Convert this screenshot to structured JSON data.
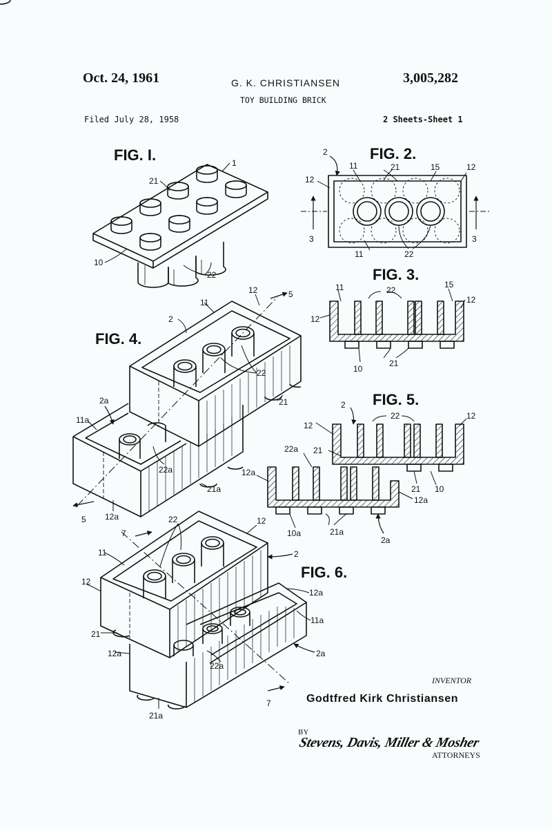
{
  "header": {
    "date": "Oct. 24, 1961",
    "inventor_short": "G. K. CHRISTIANSEN",
    "patent_number": "3,005,282",
    "title": "TOY BUILDING BRICK",
    "filed": "Filed July 28, 1958",
    "sheets": "2 Sheets-Sheet 1"
  },
  "figures": {
    "fig1": "FIG. I.",
    "fig2": "FIG. 2.",
    "fig3": "FIG. 3.",
    "fig4": "FIG. 4.",
    "fig5": "FIG. 5.",
    "fig6": "FIG. 6."
  },
  "labels": {
    "l1": "1",
    "l2": "2",
    "l2a": "2a",
    "l3": "3",
    "l5": "5",
    "l7": "7",
    "l10": "10",
    "l10a": "10a",
    "l11": "11",
    "l11a": "11a",
    "l12": "12",
    "l12a": "12a",
    "l15": "15",
    "l21": "21",
    "l21a": "21a",
    "l22": "22",
    "l22a": "22a"
  },
  "footer": {
    "inventor_label": "INVENTOR",
    "inventor_name": "Godtfred Kirk Christiansen",
    "by": "BY",
    "attorneys_signature": "Stevens, Davis, Miller & Mosher",
    "attorneys_label": "ATTORNEYS"
  },
  "colors": {
    "ink": "#111111",
    "paper": "#f8fcfd"
  }
}
